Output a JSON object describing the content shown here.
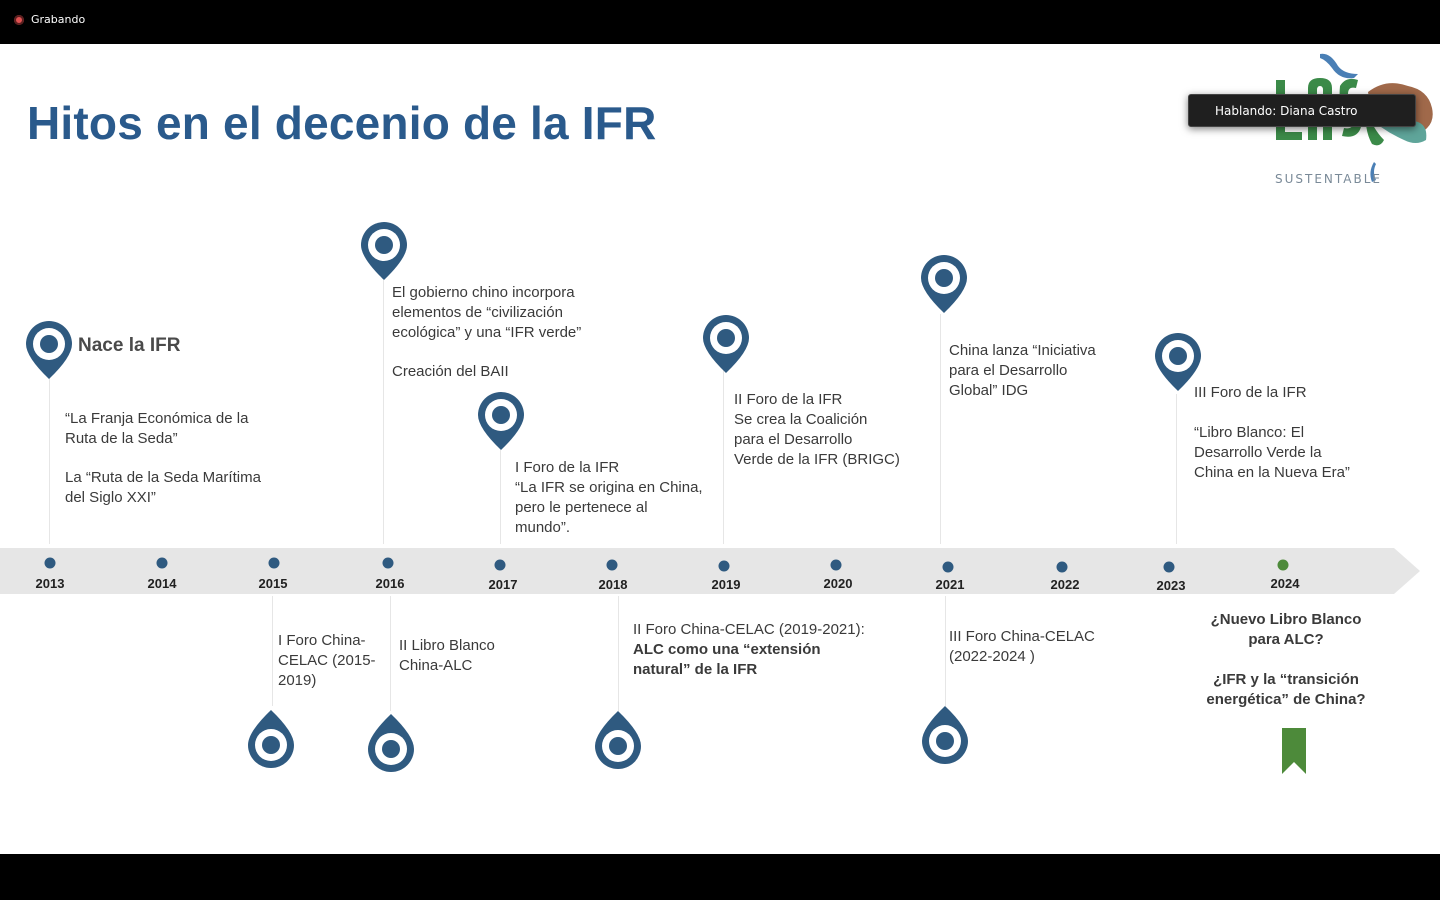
{
  "recording": {
    "label": "Grabando"
  },
  "speaker": {
    "label": "Hablando: Diana Castro"
  },
  "logo": {
    "text": "SUSTENTABLE"
  },
  "slide": {
    "title": "Hitos en el decenio de la IFR"
  },
  "timeline": {
    "years": [
      "2013",
      "2014",
      "2015",
      "2016",
      "2017",
      "2018",
      "2019",
      "2020",
      "2021",
      "2022",
      "2023",
      "2024"
    ],
    "above": {
      "y2013": {
        "heading": "Nace la IFR",
        "lines": [
          "“La Franja Económica de la",
          "Ruta de la Seda”",
          "",
          "La “Ruta de la Seda Marítima",
          "del Siglo XXI”"
        ]
      },
      "y2016": {
        "lines": [
          "El gobierno chino incorpora",
          "elementos de “civilización",
          "ecológica” y una “IFR verde”",
          "",
          "Creación del BAII"
        ]
      },
      "y2017": {
        "lines": [
          "I Foro de la IFR",
          "“La IFR se origina en China,",
          "pero le pertenece al",
          "mundo”."
        ]
      },
      "y2019": {
        "lines": [
          "II Foro de la IFR",
          "Se crea la Coalición",
          "para el Desarrollo",
          "Verde de la IFR (BRIGC)"
        ]
      },
      "y2021": {
        "lines": [
          "China lanza “Iniciativa",
          "para el Desarrollo",
          "Global” IDG"
        ]
      },
      "y2023": {
        "lines": [
          "III Foro de la IFR",
          "",
          "“Libro Blanco: El",
          "Desarrollo Verde la",
          "China en la Nueva Era”"
        ]
      }
    },
    "below": {
      "y2015": {
        "lines": [
          "I Foro China-",
          "CELAC (2015-",
          "2019)"
        ]
      },
      "y2016": {
        "lines": [
          "II Libro Blanco",
          "China-ALC"
        ]
      },
      "y2018": {
        "line1": "II Foro China-CELAC (2019-2021):",
        "bold1": "ALC como una  “extensión",
        "bold2": "natural” de la IFR"
      },
      "y2021": {
        "lines": [
          "III Foro China-CELAC",
          "(2022-2024 )"
        ]
      },
      "y2024": {
        "lines": [
          "¿Nuevo Libro Blanco",
          "para ALC?",
          "",
          "¿IFR y la “transición",
          "energética” de China?"
        ]
      }
    }
  },
  "colors": {
    "title": "#2a5a8c",
    "pin": "#2f5a80",
    "green": "#4d8a3a",
    "timeline": "#e4e4e4"
  },
  "icons": {
    "pin_down": "map-pin-icon",
    "pin_up": "map-pin-inverted-icon",
    "bookmark": "bookmark-icon"
  }
}
